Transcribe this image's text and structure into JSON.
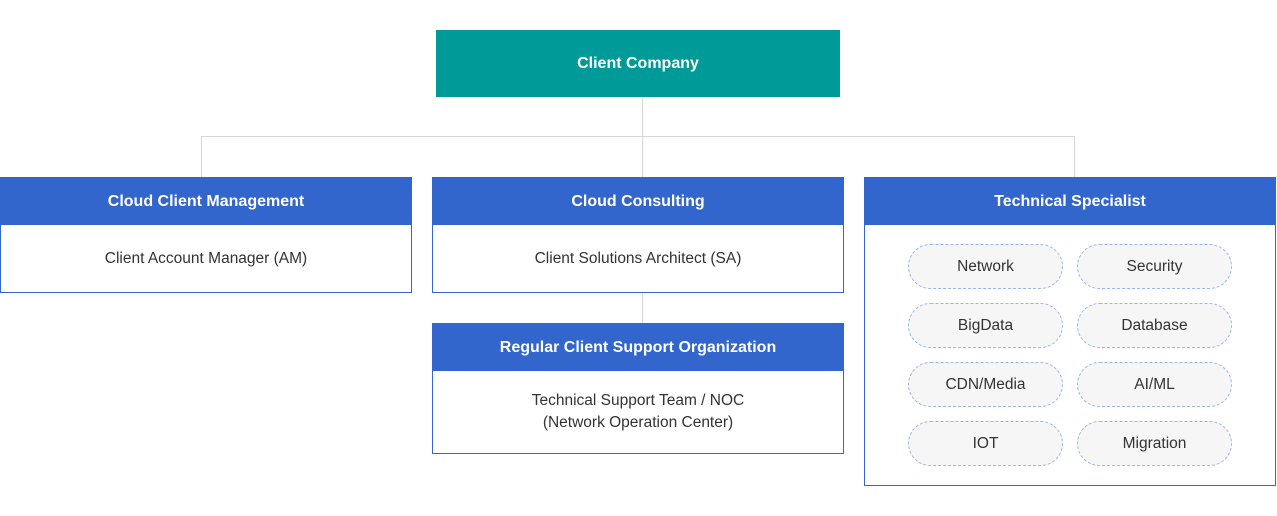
{
  "root": {
    "label": "Client Company"
  },
  "cards": {
    "management": {
      "title": "Cloud Client Management",
      "body": "Client Account Manager (AM)"
    },
    "consulting": {
      "title": "Cloud Consulting",
      "body": "Client Solutions Architect (SA)"
    },
    "support": {
      "title": "Regular Client Support Organization",
      "body_line1": "Technical Support Team / NOC",
      "body_line2": "(Network Operation Center)"
    },
    "specialist": {
      "title": "Technical Specialist",
      "areas": [
        "Network",
        "Security",
        "BigData",
        "Database",
        "CDN/Media",
        "AI/ML",
        "IOT",
        "Migration"
      ]
    }
  },
  "colors": {
    "root_fill": "#009b98",
    "card_header": "#3366cc",
    "connector": "#d6d6d6",
    "pill_fill": "#f6f6f6",
    "pill_border": "#9db6ea"
  }
}
